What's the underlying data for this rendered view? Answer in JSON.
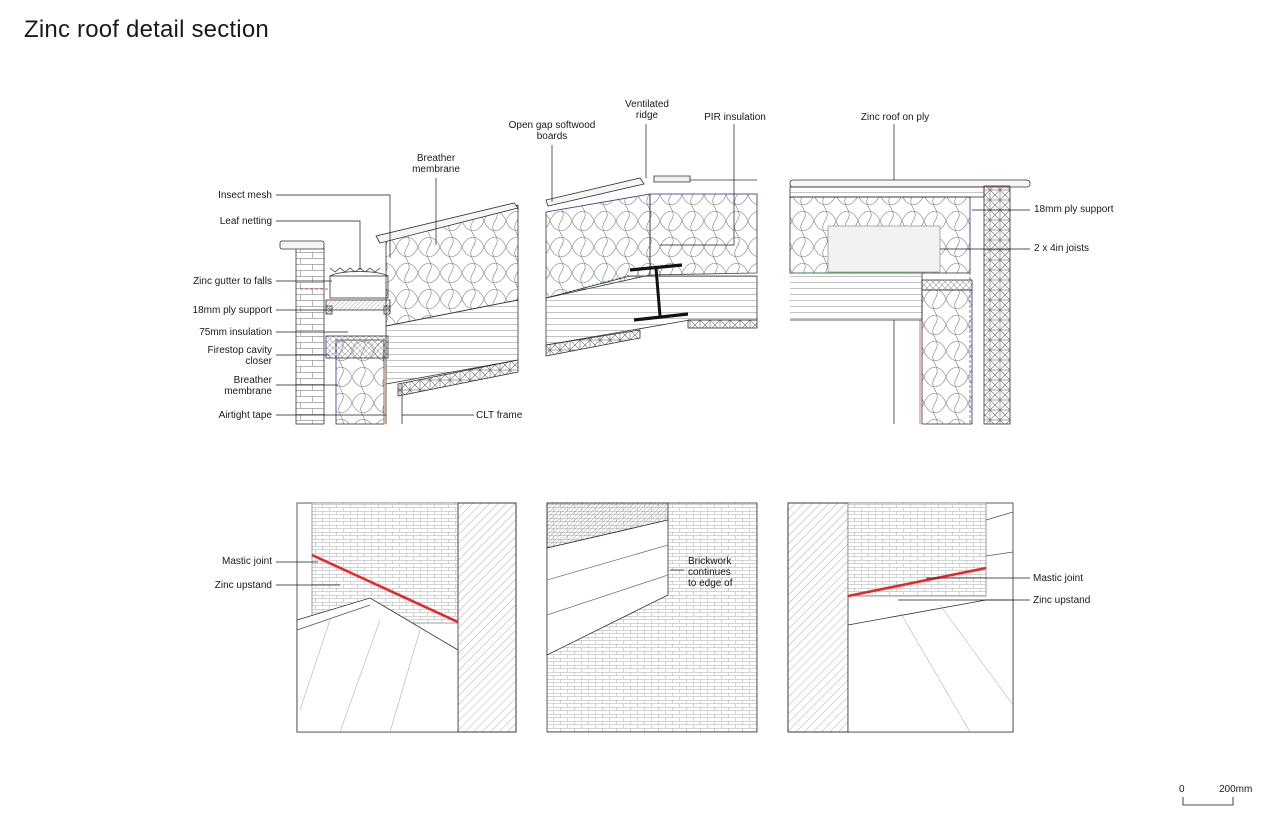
{
  "title": "Zinc roof detail section",
  "labels": {
    "insect_mesh": "Insect mesh",
    "leaf_netting": "Leaf netting",
    "zinc_gutter": "Zinc gutter to falls",
    "ply_support_left": "18mm ply support",
    "insulation_75": "75mm insulation",
    "firestop": "Firestop cavity closer",
    "breather_left": "Breather membrane",
    "airtight_tape": "Airtight tape",
    "breather_top": "Breather membrane",
    "clt_frame": "CLT frame",
    "open_gap": "Open gap softwood boards",
    "ventilated_ridge": "Ventilated ridge",
    "pir": "PIR insulation",
    "zinc_roof_on_ply": "Zinc roof on ply",
    "ply_support_right": "18mm ply support",
    "joists": "2 x 4in joists",
    "mastic_left": "Mastic joint",
    "zinc_upstand_left": "Zinc upstand",
    "brickwork": "Brickwork continues to edge of",
    "mastic_right": "Mastic joint",
    "zinc_upstand_right": "Zinc upstand"
  },
  "scale": {
    "zero": "0",
    "end": "200mm"
  },
  "colors": {
    "accent_red": "#e8262a",
    "membrane_blue": "#3a5fcd",
    "membrane_green": "#3c9a3c",
    "line": "#1a1a1a"
  }
}
